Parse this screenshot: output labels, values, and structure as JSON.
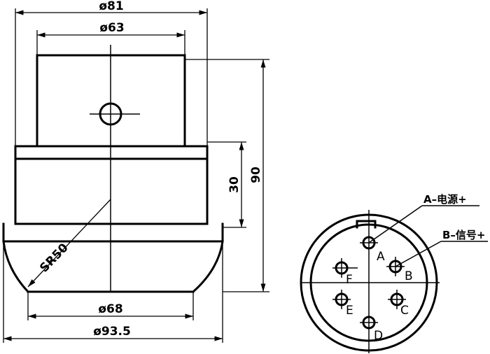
{
  "dimensions": {
    "outer_diameter": "ø81",
    "inner_diameter": "ø63",
    "height_total": "90",
    "height_lower": "30",
    "sphere_radius": "SR50",
    "bottom_diameter": "ø68",
    "base_diameter": "ø93.5"
  },
  "connector": {
    "pins": [
      "A",
      "B",
      "C",
      "D",
      "E",
      "F"
    ],
    "callouts": [
      {
        "pin": "A",
        "text": "A–电源+"
      },
      {
        "pin": "B",
        "text": "B–信号+"
      }
    ]
  }
}
